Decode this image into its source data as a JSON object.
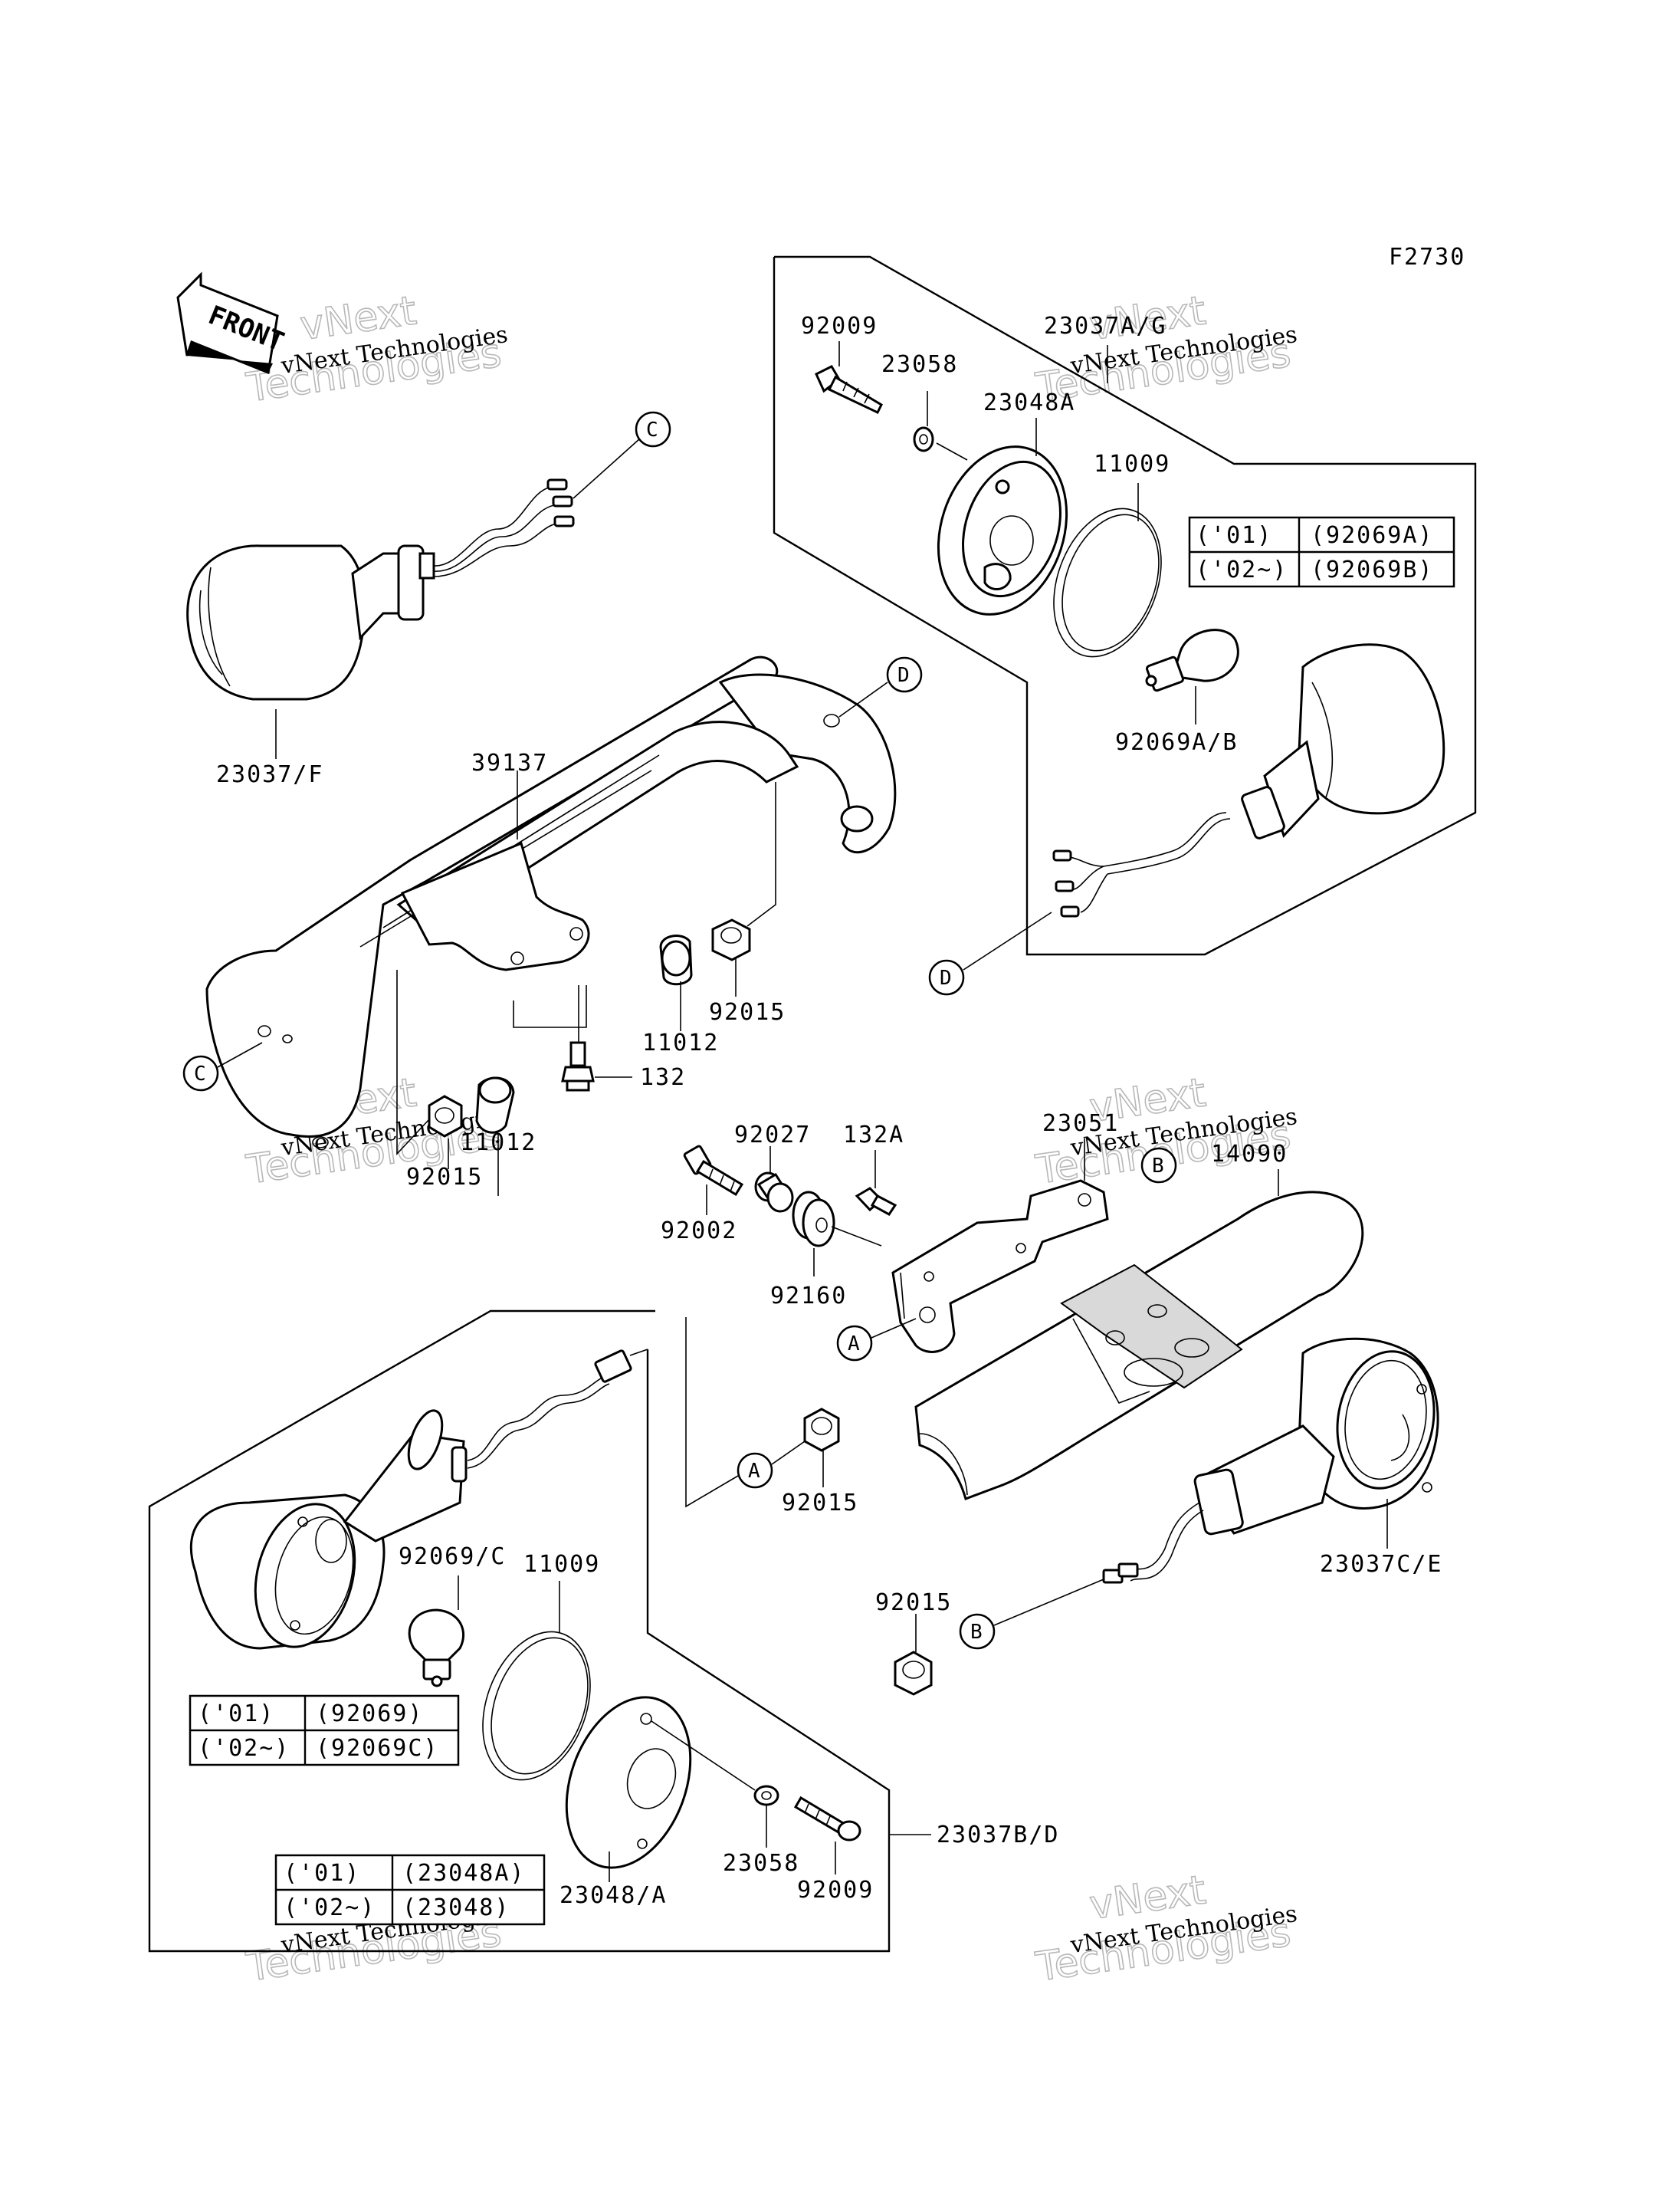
{
  "figure_code": "F2730",
  "front_arrow_label": "FRONT",
  "watermark": {
    "company": "vNext Technologies",
    "line1": "vNext",
    "line2": "Technologies"
  },
  "ref_markers": {
    "a": "A",
    "b": "B",
    "c": "C",
    "d": "D"
  },
  "part_numbers": {
    "p23037F": "23037/F",
    "p39137": "39137",
    "p92009_top": "92009",
    "p23058_top": "23058",
    "p23037AG": "23037A/G",
    "p23048A_top": "23048A",
    "p11009_top": "11009",
    "p92069AB": "92069A/B",
    "p11012_mid": "11012",
    "p92015_mid": "92015",
    "p132": "132",
    "p11012_left": "11012",
    "p92015_left": "92015",
    "p92027": "92027",
    "p132A": "132A",
    "p23051": "23051",
    "p14090": "14090",
    "p92002": "92002",
    "p92160": "92160",
    "p92015_a": "92015",
    "p23037CE": "23037C/E",
    "p92015_b": "92015",
    "p92069C": "92069/C",
    "p11009_bottom": "11009",
    "p23037BD": "23037B/D",
    "p23058_bottom": "23058",
    "p92009_bottom": "92009",
    "p23048A_bottom": "23048/A"
  },
  "tables": {
    "top_right": [
      [
        "('01)",
        "(92069A)"
      ],
      [
        "('02~)",
        "(92069B)"
      ]
    ],
    "bulb_bottom": [
      [
        "('01)",
        "(92069)"
      ],
      [
        "('02~)",
        "(92069C)"
      ]
    ],
    "lens_bottom": [
      [
        "('01)",
        "(23048A)"
      ],
      [
        "('02~)",
        "(23048)"
      ]
    ]
  }
}
